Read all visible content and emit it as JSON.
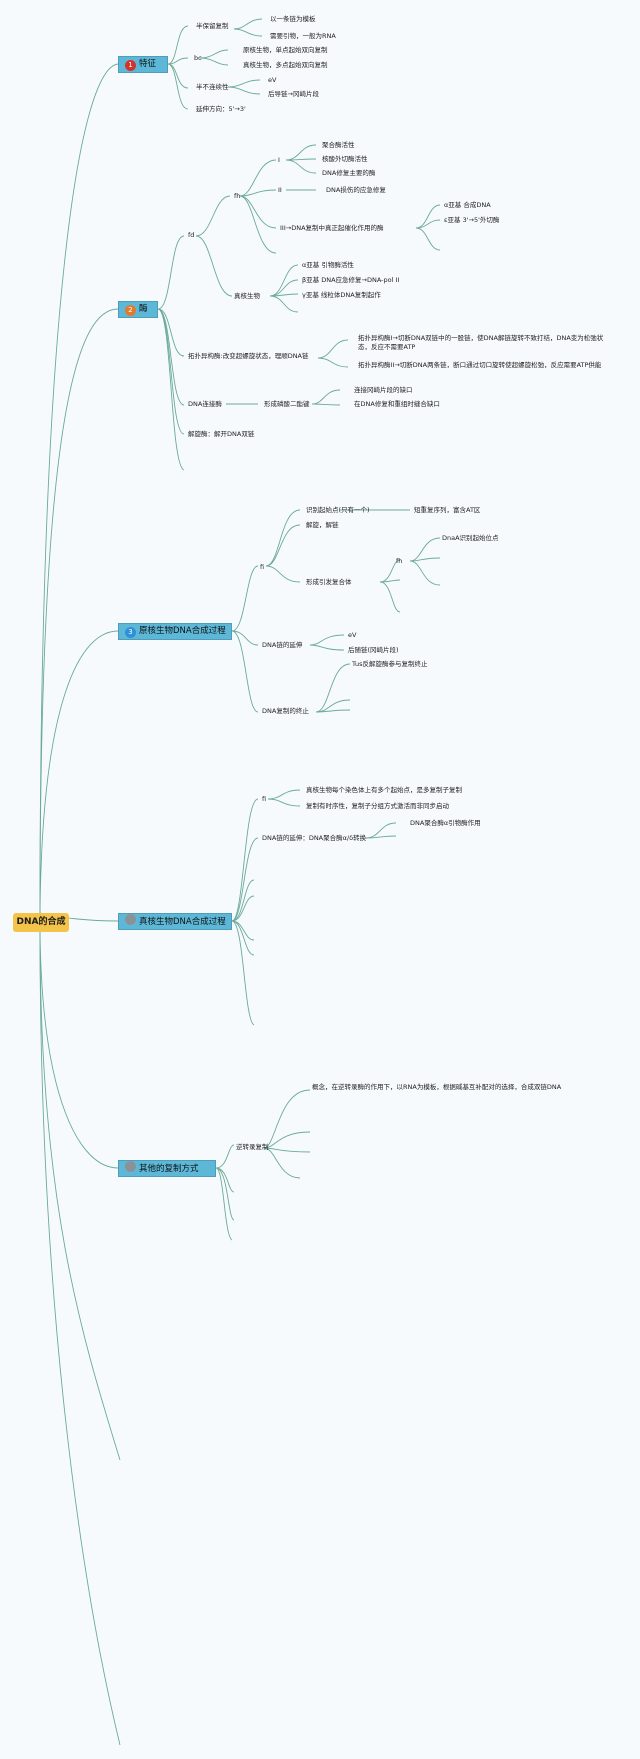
{
  "root": {
    "label": "DNA的合成"
  },
  "branches": [
    {
      "label": "特征",
      "icon_num": "1",
      "icon_color": "#d4332b"
    },
    {
      "label": "酶",
      "icon_num": "2",
      "icon_color": "#e27a2d"
    },
    {
      "label": "原核生物DNA合成过程",
      "icon_num": "3",
      "icon_color": "#2f8fd8"
    },
    {
      "label": "真核生物DNA合成过程",
      "icon_num": "",
      "icon_color": "#8a9298"
    },
    {
      "label": "其他的复制方式",
      "icon_num": "",
      "icon_color": "#8a9298"
    }
  ],
  "feature": {
    "semi": "半保留复制",
    "semi_1": "以一条链为模板",
    "semi_2": "需要引物，一般为RNA",
    "bc": "bc",
    "bc_1": "原核生物，单点起始双向复制",
    "bc_2": "真核生物，多点起始双向复制",
    "semi_disc": "半不连续性",
    "sd_1": "eV",
    "sd_2": "后导链→冈崎片段",
    "direction": "延伸方向：5'→3'"
  },
  "enzyme": {
    "fd": "fd",
    "fh": "fh",
    "I": "I",
    "I_1": "聚合酶活性",
    "I_2": "核酸外切酶活性",
    "I_3": "DNA修复主要的酶",
    "II": "II",
    "II_1": "DNA损伤的应急修复",
    "III": "III→DNA复制中真正起催化作用的酶",
    "III_1": "α亚基 合成DNA",
    "III_2": "ε亚基 3'→5'外切酶",
    "euk": "真核生物",
    "euk_1": "α亚基 引物酶活性",
    "euk_2": "β亚基 DNA应急修复→DNA-pol II",
    "euk_3": "γ亚基 线粒体DNA复制起作",
    "topo": "拓扑异构酶:改变超螺旋状态，理顺DNA链",
    "topo_1": "拓扑异构酶I→切断DNA双链中的一股链，使DNA解链旋转不致打结，DNA变为松弛状态，反应不需要ATP",
    "topo_2": "拓扑异构酶II→切断DNA两条链，断口通过切口旋转使超螺旋松弛，反应需要ATP供能",
    "ligase": "DNA连接酶",
    "ligase_1": "形成磷酸二酯键",
    "ligase_1a": "连接冈崎片段的缺口",
    "ligase_1b": "在DNA修复和重组时缝合缺口",
    "helicase": "解旋酶：解开DNA双链"
  },
  "prok": {
    "fi": "fi",
    "ori": "识别起始点(只有一个)",
    "ori_1": "短重复序列，富含AT区",
    "unwind": "解旋，解链",
    "complex": "形成引发复合体",
    "fh": "fh",
    "dnaA": "DnaA识别起始位点",
    "elong": "DNA链的延伸",
    "elong_1": "eV",
    "elong_2": "后随链(冈崎片段)",
    "term": "DNA复制的终止",
    "term_1": "Tus反解旋酶参与复制终止"
  },
  "euk": {
    "fi": "fi",
    "fi_1": "真核生物每个染色体上有多个起始点，是多复制子复制",
    "fi_2": "复制有时序性，复制子分组方式激活而非同步启动",
    "elong": "DNA链的延伸：DNA聚合酶α/δ转换",
    "elong_1": "DNA聚合酶α引物酶作用"
  },
  "other": {
    "rt": "逆转录复制",
    "rt_1": "概念，在逆转录酶的作用下，以RNA为模板，根据碱基互补配对的选择，合成双链DNA"
  }
}
